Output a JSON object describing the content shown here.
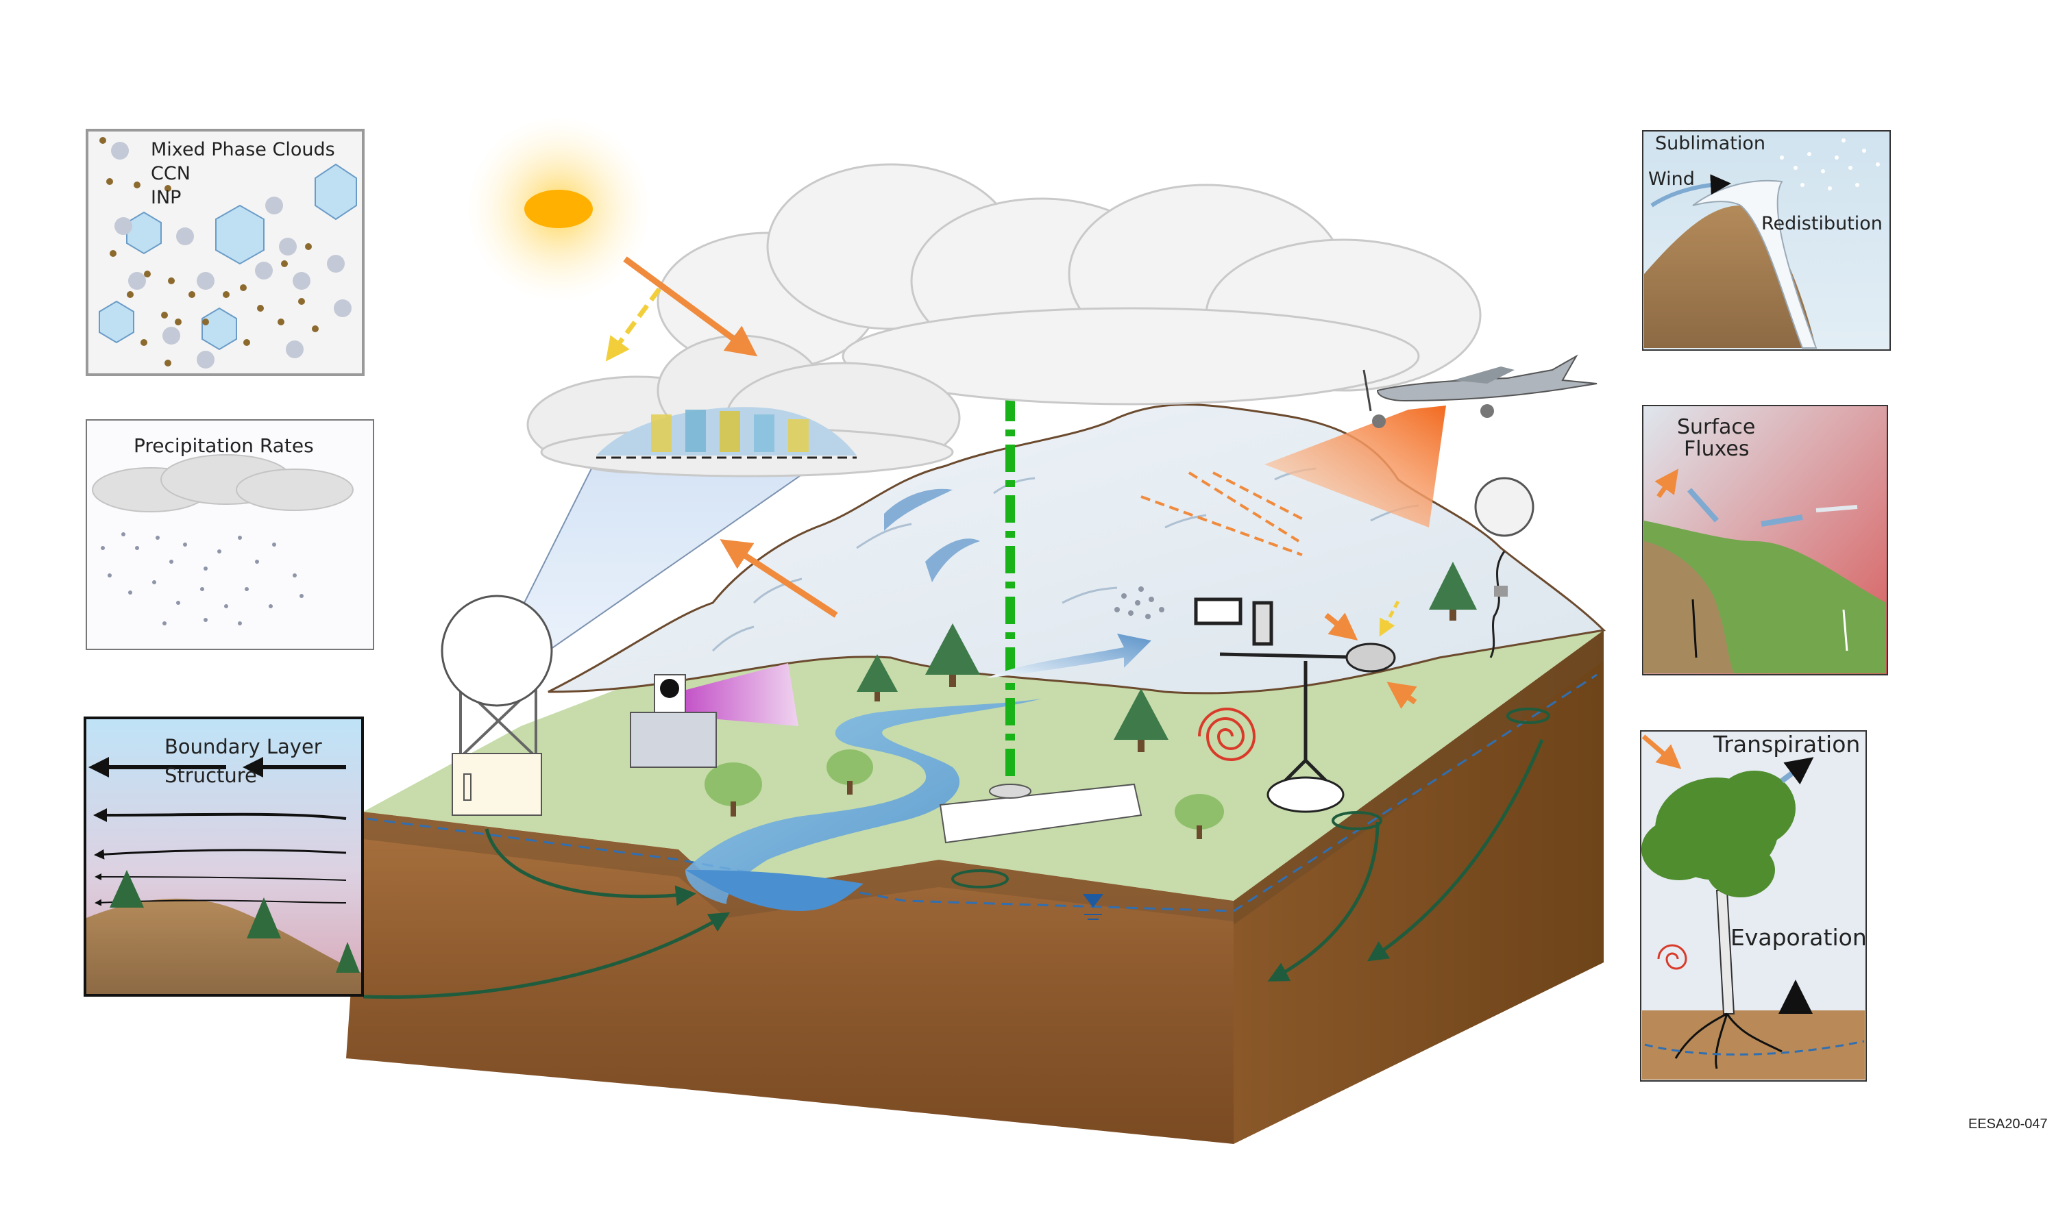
{
  "insets": {
    "mixed_phase": {
      "line1": "Mixed Phase Clouds",
      "line2": "CCN",
      "line3": "INP"
    },
    "precipitation": {
      "title": "Precipitation Rates"
    },
    "boundary_layer": {
      "line1": "Boundary Layer",
      "line2": "Structure"
    },
    "sublimation": {
      "sublimation": "Sublimation",
      "wind": "Wind",
      "redistribution": "Redistibution"
    },
    "surface_fluxes": {
      "line1": "Surface",
      "line2": "Fluxes"
    },
    "tree": {
      "transpiration": "Transpiration",
      "evaporation": "Evaporation"
    }
  },
  "figure_code": "EESA20-047",
  "colors": {
    "sky_blue": "#bfe3f7",
    "soil_brown": "#8b5a2b",
    "grass_green": "#b9d39a",
    "river_blue": "#5aa0d8",
    "laser_green": "#19b319",
    "arrow_orange": "#f08a3c",
    "flow_green": "#1f5c3d"
  }
}
